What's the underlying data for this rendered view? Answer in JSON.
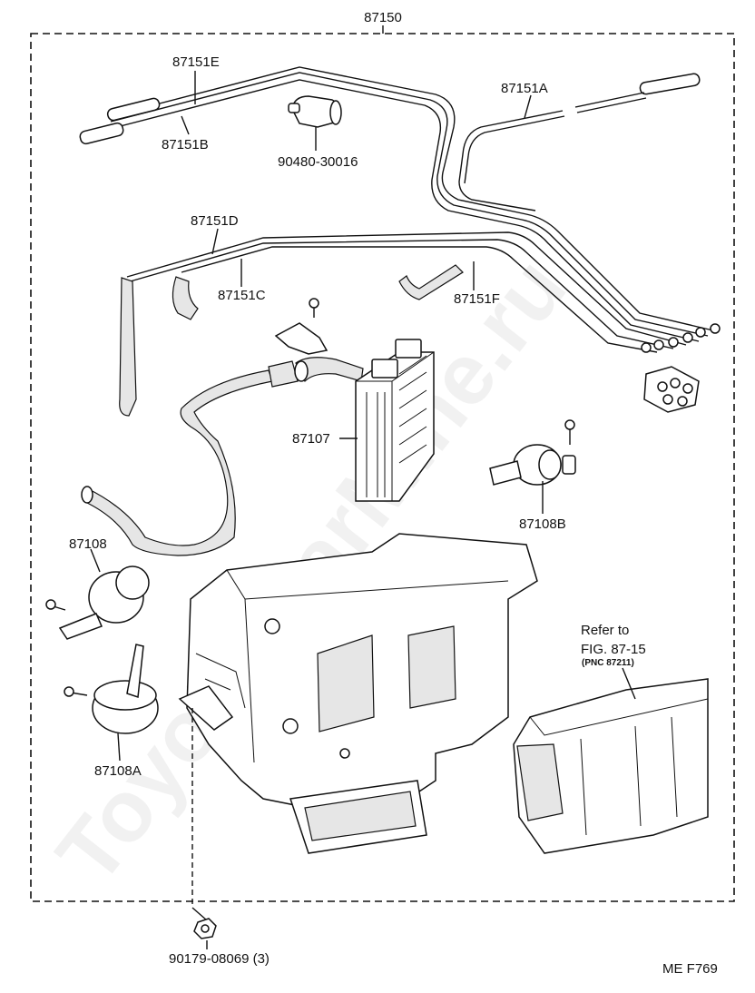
{
  "diagram": {
    "assembly_label": "87150",
    "code": "ME  F769",
    "watermark": "Toyota-CarMine.ru",
    "callouts": [
      {
        "id": "87151E",
        "text": "87151E"
      },
      {
        "id": "87151B",
        "text": "87151B"
      },
      {
        "id": "90480",
        "text": "90480-30016"
      },
      {
        "id": "87151A",
        "text": "87151A"
      },
      {
        "id": "87151D",
        "text": "87151D"
      },
      {
        "id": "87151C",
        "text": "87151C"
      },
      {
        "id": "87151F",
        "text": "87151F"
      },
      {
        "id": "87107",
        "text": "87107"
      },
      {
        "id": "87108B",
        "text": "87108B"
      },
      {
        "id": "87108",
        "text": "87108"
      },
      {
        "id": "87108A",
        "text": "87108A"
      },
      {
        "id": "90179",
        "text": "90179-08069 (3)"
      }
    ],
    "reference": {
      "line1": "Refer to",
      "line2": "FIG. 87-15",
      "line3": "(PNC 87211)"
    }
  }
}
